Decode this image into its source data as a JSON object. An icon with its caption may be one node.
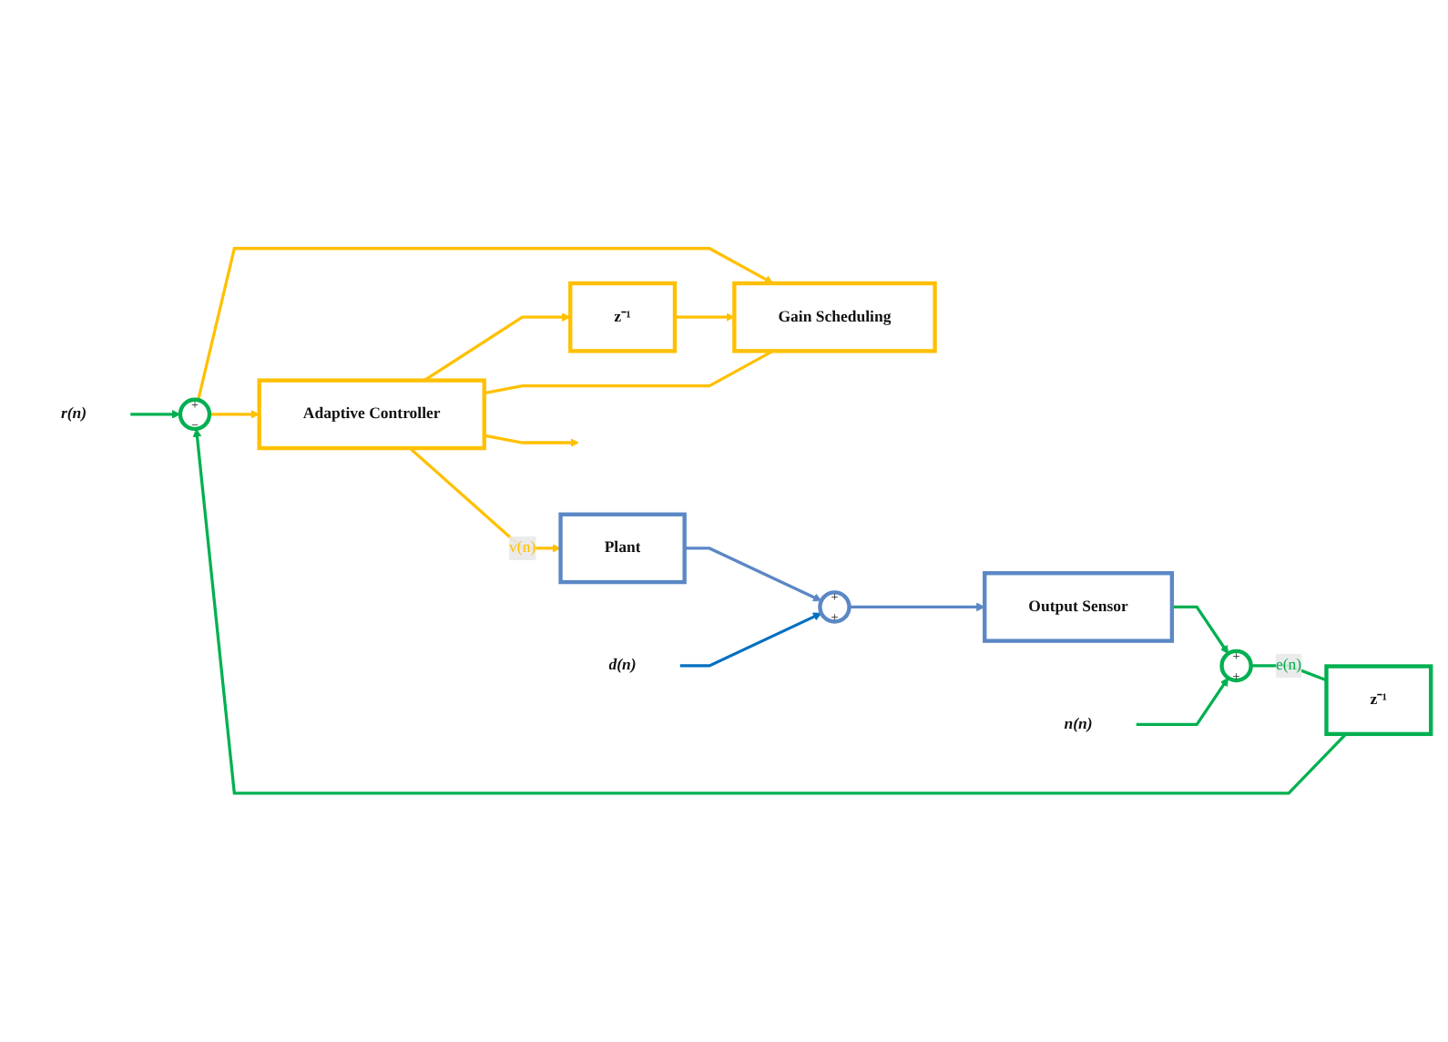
{
  "diagram": {
    "nodes": [
      {
        "text": [
          "r(n)"
        ]
      },
      {
        "text": [
          "+",
          "−"
        ]
      },
      {
        "text": [
          "Adaptive Controller"
        ]
      },
      {
        "text": [
          "Gain Scheduling"
        ]
      },
      {
        "text": [
          "z⁻¹"
        ]
      },
      {
        "text": [
          "Plant"
        ]
      },
      {
        "text": [
          "+",
          "+"
        ]
      },
      {
        "text": [
          "d(n)"
        ]
      },
      {
        "text": [
          "Output Sensor"
        ]
      },
      {
        "text": [
          "z⁻¹"
        ]
      },
      {
        "text": [
          "+",
          "+"
        ]
      },
      {
        "text": [
          "n(n)"
        ]
      }
    ],
    "edges": [
      {
        "from": 0,
        "to": 1,
        "arrow": "to",
        "color": "#00b050"
      },
      {
        "from": 1,
        "to": 2,
        "arrow": "to"
      },
      {
        "from": 1,
        "to": 3,
        "arrow": "to"
      },
      {
        "from": 2,
        "to": null,
        "arrow": "to"
      },
      {
        "from": 2,
        "to": 5,
        "label": "v(n)",
        "arrow": "to"
      },
      {
        "from": 2,
        "to": 4,
        "arrow": "to"
      },
      {
        "from": 4,
        "to": 3,
        "arrow": "to"
      },
      {
        "from": 3,
        "to": 2,
        "arrow": "none"
      },
      {
        "from": 5,
        "to": 6,
        "arrow": "to",
        "color": "#5b87c5"
      },
      {
        "from": 7,
        "to": 6,
        "arrow": "to",
        "color": "#0070c0"
      },
      {
        "from": 6,
        "to": 8,
        "arrow": "to",
        "color": "#5b87c5"
      },
      {
        "from": 8,
        "to": 10,
        "arrow": "to",
        "color": "#00b050"
      },
      {
        "from": 11,
        "to": 10,
        "arrow": "to",
        "color": "#00b050"
      },
      {
        "from": 10,
        "to": 9,
        "label": "e(n)",
        "arrow": "none",
        "color": "#00b050"
      },
      {
        "from": 9,
        "to": 1,
        "arrow": "to",
        "color": "#00b050"
      }
    ]
  }
}
